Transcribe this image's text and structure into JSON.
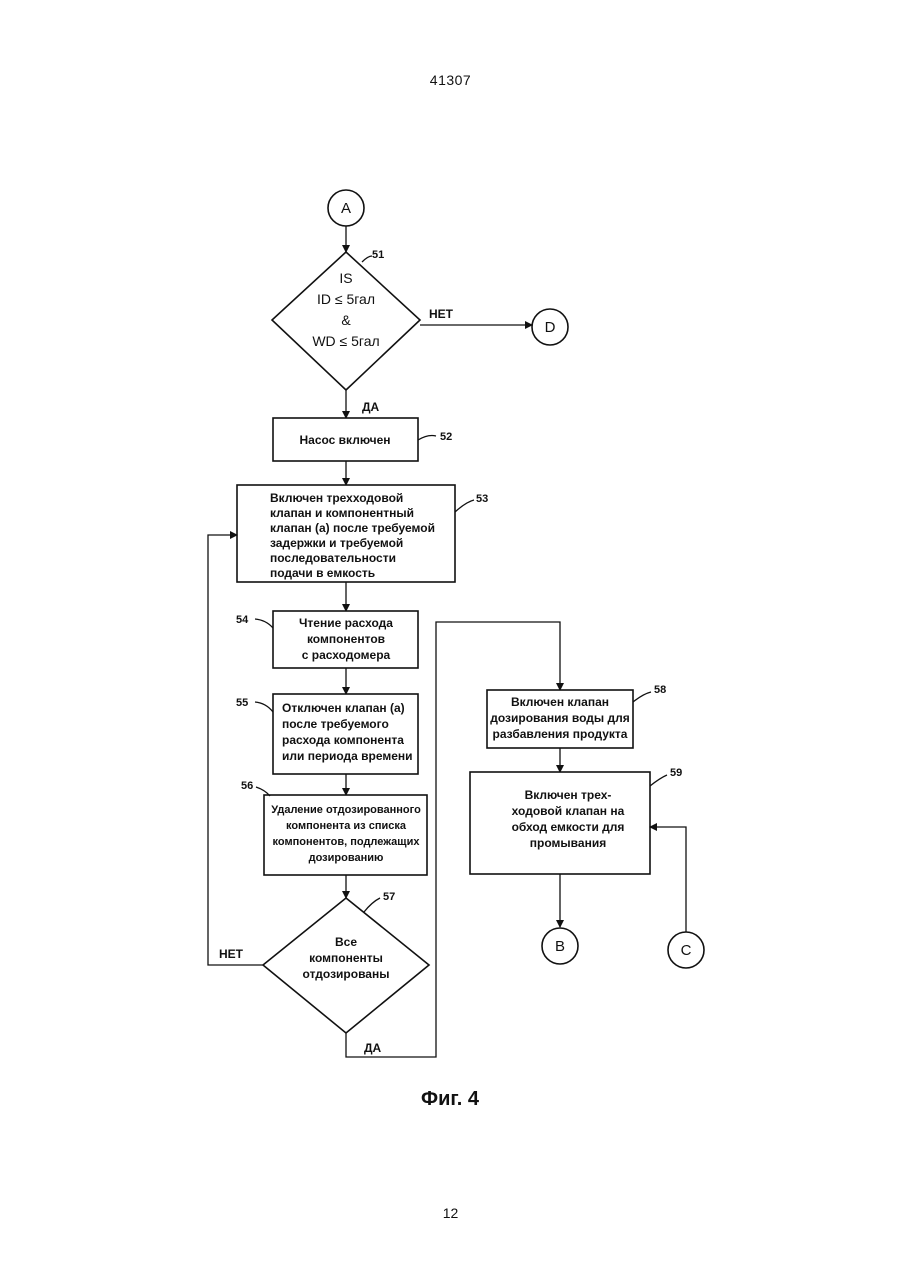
{
  "header": {
    "doc_number": "41307"
  },
  "footer": {
    "page_number": "12"
  },
  "figure": {
    "caption": "Фиг. 4"
  },
  "connectors": {
    "a": "A",
    "b": "B",
    "c": "C",
    "d": "D"
  },
  "decision_51": {
    "number": "51",
    "lines": [
      "IS",
      "ID ≤  5гал",
      "&",
      "WD ≤  5гал"
    ],
    "no_label": "НЕТ",
    "yes_label": "ДА"
  },
  "box_52": {
    "number": "52",
    "lines": [
      "Насос включен"
    ]
  },
  "box_53": {
    "number": "53",
    "lines": [
      "Включен трехходовой",
      "клапан и компонентный",
      "клапан (а) после требуемой",
      "задержки и требуемой",
      "последовательности",
      "подачи в емкость"
    ]
  },
  "box_54": {
    "number": "54",
    "lines": [
      "Чтение расхода",
      "компонентов",
      "с расходомера"
    ]
  },
  "box_55": {
    "number": "55",
    "lines": [
      "Отключен клапан (а)",
      "после требуемого",
      "расхода компонента",
      "или периода времени"
    ]
  },
  "box_56": {
    "number": "56",
    "lines": [
      "Удаление отдозированного",
      "компонента из списка",
      "компонентов, подлежащих",
      "дозированию"
    ]
  },
  "decision_57": {
    "number": "57",
    "lines": [
      "Все",
      "компоненты",
      "отдозированы"
    ],
    "no_label": "НЕТ",
    "yes_label": "ДА"
  },
  "box_58": {
    "number": "58",
    "lines": [
      "Включен клапан",
      "дозирования воды для",
      "разбавления продукта"
    ]
  },
  "box_59": {
    "number": "59",
    "lines": [
      "Включен трех-",
      "ходовой клапан на",
      "обход емкости для",
      "промывания"
    ]
  }
}
